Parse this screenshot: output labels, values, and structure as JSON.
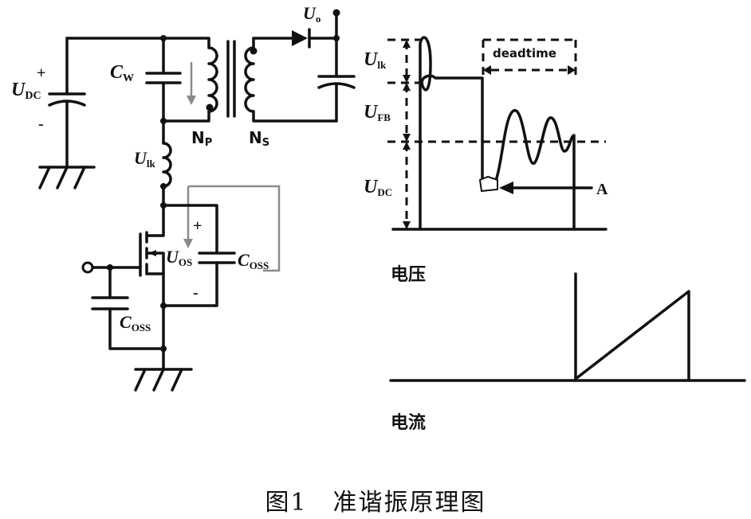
{
  "circuit": {
    "udc_label": "U",
    "udc_sub": "DC",
    "plus": "+",
    "minus": "-",
    "cw_label": "C",
    "cw_sub": "W",
    "np_label": "N",
    "np_sub": "P",
    "ns_label": "N",
    "ns_sub": "S",
    "uo_label": "U",
    "uo_sub": "o",
    "ulk_label": "U",
    "ulk_sub": "lk",
    "uos_label": "U",
    "uos_sub": "OS",
    "coss_label": "C",
    "coss_sub": "OSS",
    "coss2_label": "C",
    "coss2_sub": "OSS"
  },
  "voltage_plot": {
    "ulk_label": "U",
    "ulk_sub": "lk",
    "ufb_label": "U",
    "ufb_sub": "FB",
    "udc_label": "U",
    "udc_sub": "DC",
    "deadtime": "deadtime",
    "point_a": "A",
    "title": "电压"
  },
  "current_plot": {
    "title": "电流"
  },
  "figure": {
    "caption": "图1　准谐振原理图"
  }
}
